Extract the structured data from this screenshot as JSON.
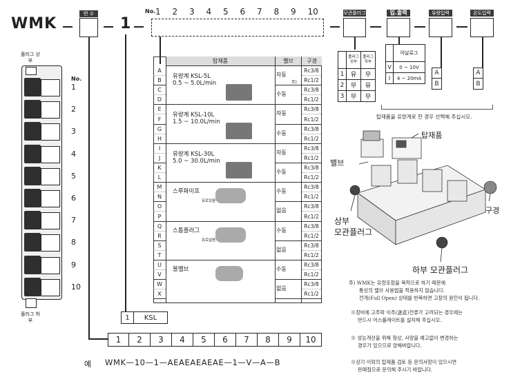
{
  "model": {
    "prefix": "WMK",
    "dash": "—",
    "one": "1",
    "header_count": "련 수",
    "header_no": "No."
  },
  "no_digits": [
    "1",
    "2",
    "3",
    "4",
    "5",
    "6",
    "7",
    "8",
    "9",
    "10"
  ],
  "options": {
    "plug": {
      "header": "모관플러그",
      "cols": [
        "플러그 상부",
        "플러그 하부"
      ],
      "rows": [
        [
          "1",
          "유",
          "무"
        ],
        [
          "2",
          "무",
          "유"
        ],
        [
          "3",
          "무",
          "무"
        ]
      ]
    },
    "io": {
      "header": "입.출력",
      "title": "아날로그",
      "rows": [
        [
          "V",
          "0 ~ 10V"
        ],
        [
          "I",
          "4 ~ 20mA"
        ]
      ]
    },
    "flow": {
      "header": "유량입력",
      "rows": [
        "A",
        "B"
      ]
    },
    "temp": {
      "header": "온도입력",
      "rows": [
        "A",
        "B"
      ]
    },
    "note": "탑재품을 유량계로 한 경우 선택해 주십시오."
  },
  "manifold": {
    "top": "플러그 상부",
    "bottom": "플러그 하부",
    "no_label": "No.",
    "stations": [
      "1",
      "2",
      "3",
      "4",
      "5",
      "6",
      "7",
      "8",
      "9",
      "10"
    ]
  },
  "table": {
    "headers": {
      "item": "탑재품",
      "valve": "밸브",
      "port": "구경"
    },
    "letters": [
      "A",
      "B",
      "C",
      "D",
      "E",
      "F",
      "G",
      "H",
      "I",
      "J",
      "K",
      "L",
      "M",
      "N",
      "O",
      "P",
      "Q",
      "R",
      "S",
      "T",
      "U",
      "V",
      "W",
      "X"
    ],
    "ports": [
      "Rc3/8",
      "Rc1/2"
    ],
    "products": [
      {
        "l1": "유량계  KSL-5L",
        "l2": "0.5 ~ 5.0L/min"
      },
      {
        "l1": "유량계  KSL-10L",
        "l2": "1.5 ~ 10.0L/min"
      },
      {
        "l1": "유량계  KSL-30L",
        "l2": "5.0 ~ 30.0L/min"
      },
      {
        "l1": "스루파이프",
        "l2": "유로있음"
      },
      {
        "l1": "스톱플러그",
        "l2": "유로없음"
      },
      {
        "l1": "볼밸브",
        "l2": ""
      }
    ],
    "valves": {
      "auto": "자동",
      "manual": "수동",
      "none": "없음",
      "note": "주)"
    }
  },
  "ksl": {
    "num": "1",
    "label": "KSL"
  },
  "bottom_digits": [
    "1",
    "2",
    "3",
    "4",
    "5",
    "6",
    "7",
    "8",
    "9",
    "10"
  ],
  "example": {
    "label": "예",
    "code": "WMK—10—1—AEAEAEAEAE—1—V—A—B"
  },
  "diagram": {
    "item": "탑재품",
    "valve": "밸브",
    "port": "구경",
    "upper": "상부",
    "upper2": "모관플러그",
    "lower": "하부  모관플러그"
  },
  "notes": [
    "주) WMK는 유량조정을 목적으로 하기 때문에",
    "통상의 밸브 사용법을 적용하지 않습니다.",
    "전개(Full Open) 상태를 반복하면 고장의 원인이 됩니다.",
    "※장비에 고주파 이주(迷走)전류가 고려되는 경우에는",
    "반드시 어스플레이트를 설치해 주십시오.",
    "※ 성능개선을 위해 형상, 사양을 예고없이 변경하는",
    "경우가 있으므로 양해바랍니다.",
    "※상기 이외의 탑재품 검토 등 문의사항이 있으시면",
    "판매점으로 문의해 주시기 바랍니다."
  ]
}
